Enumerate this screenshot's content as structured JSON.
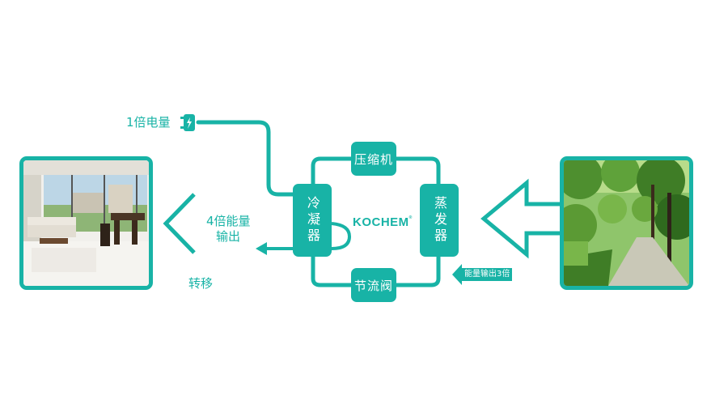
{
  "diagram": {
    "brand": "KOCHEM",
    "components": {
      "compressor": "压缩机",
      "condenser": "冷凝器",
      "evaporator": "蒸发器",
      "expansion_valve": "节流阀"
    },
    "labels": {
      "electric_input": "1倍电量",
      "output_line1": "4倍能量",
      "output_line2": "输出",
      "transfer": "转移",
      "energy_from_env": "能量输出3倍"
    },
    "colors": {
      "accent": "#18b3a6",
      "background": "#ffffff"
    },
    "icons": {
      "plug": "plug-icon",
      "indoor_scene": "living-room-image",
      "outdoor_scene": "forest-path-image"
    }
  }
}
